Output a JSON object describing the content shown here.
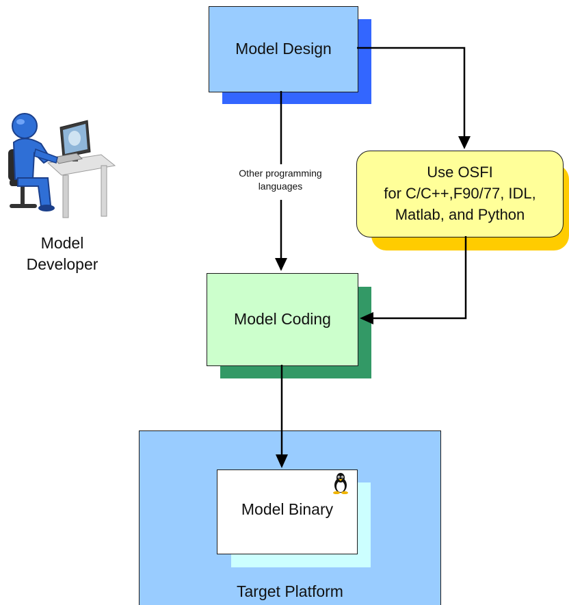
{
  "colors": {
    "design_fill": "#99ccff",
    "design_shadow": "#3366ff",
    "osfi_fill": "#ffff99",
    "osfi_shadow": "#ffcc00",
    "coding_fill": "#ccffcc",
    "coding_shadow": "#339966",
    "platform_fill": "#99ccff",
    "binary_fill": "#ffffff",
    "binary_shadow": "#ccffff",
    "arrow": "#000000"
  },
  "nodes": {
    "model_design": "Model Design",
    "osfi": [
      "Use OSFI",
      "for C/C++,F90/77, IDL,",
      "Matlab, and Python"
    ],
    "model_coding": "Model Coding",
    "model_binary": "Model Binary",
    "target_platform": "Target Platform"
  },
  "edge_labels": {
    "other_languages": [
      "Other programming",
      "languages"
    ]
  },
  "actor": {
    "icon": "developer-at-computer-icon",
    "label": [
      "Model",
      "Developer"
    ]
  },
  "os_icon": "linux-penguin-icon"
}
